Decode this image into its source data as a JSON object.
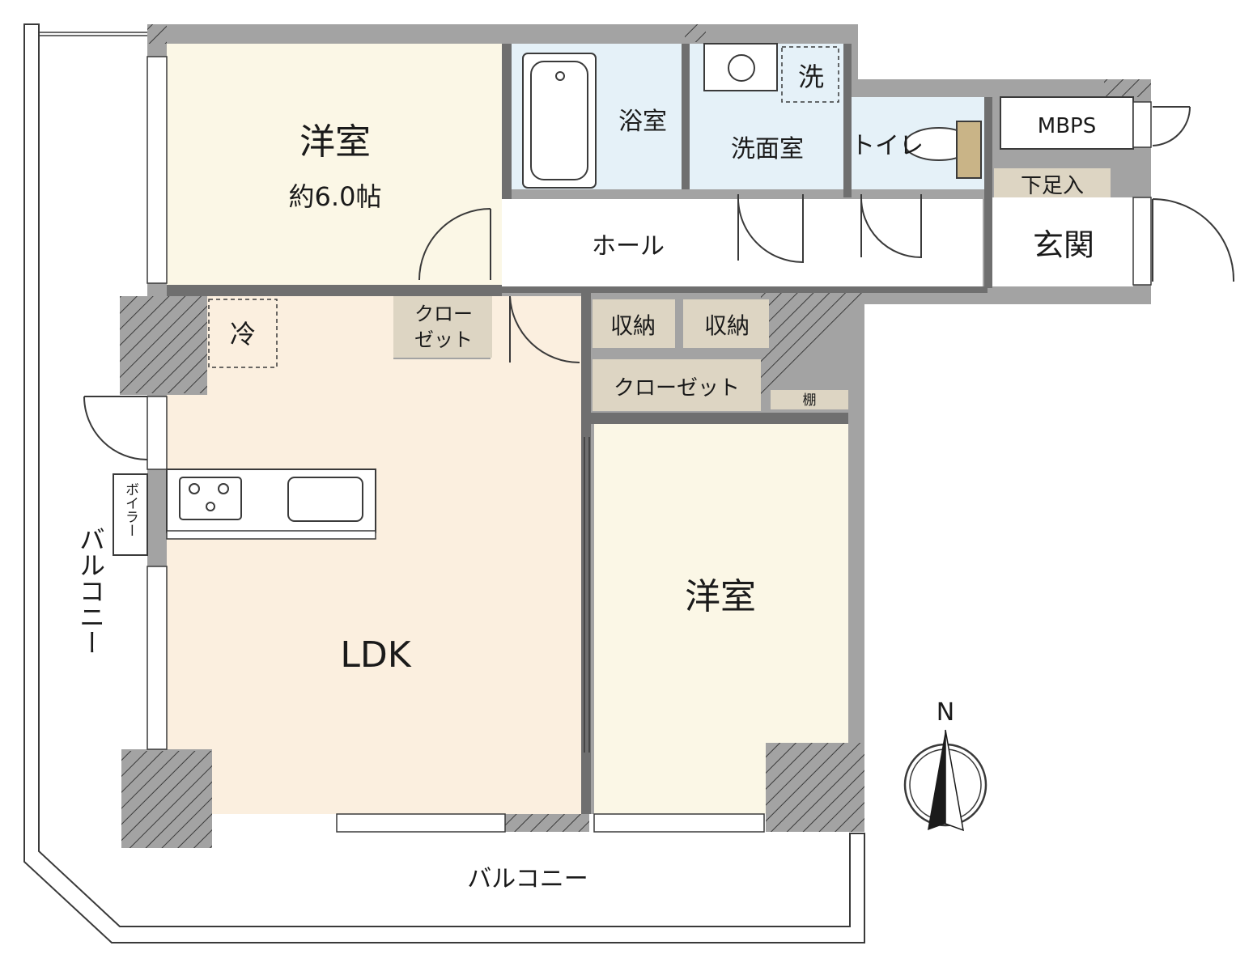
{
  "rooms": {
    "western_room_1": {
      "name": "洋室",
      "size": "約6.0帖"
    },
    "bathroom": "浴室",
    "washroom": "洗面室",
    "washer": "洗",
    "toilet": "トイレ",
    "mbps": "MBPS",
    "shoe_storage": "下足入",
    "entrance": "玄関",
    "hall": "ホール",
    "fridge": "冷",
    "closet_small_line1": "クロー",
    "closet_small_line2": "ゼット",
    "storage_1": "収納",
    "storage_2": "収納",
    "closet_2": "クローゼット",
    "shelf": "棚",
    "boiler": "ボイラー",
    "ldk": "LDK",
    "western_room_2": "洋室"
  },
  "balcony_side": "バルコニー",
  "balcony_bottom": "バルコニー",
  "compass": {
    "north": "N"
  },
  "colors": {
    "western_room": "#fbf7e6",
    "ldk": "#fbefdf",
    "wet_area": "#e5f1f8",
    "storage": "#ddd5c3",
    "wall": "#a3a3a3"
  }
}
